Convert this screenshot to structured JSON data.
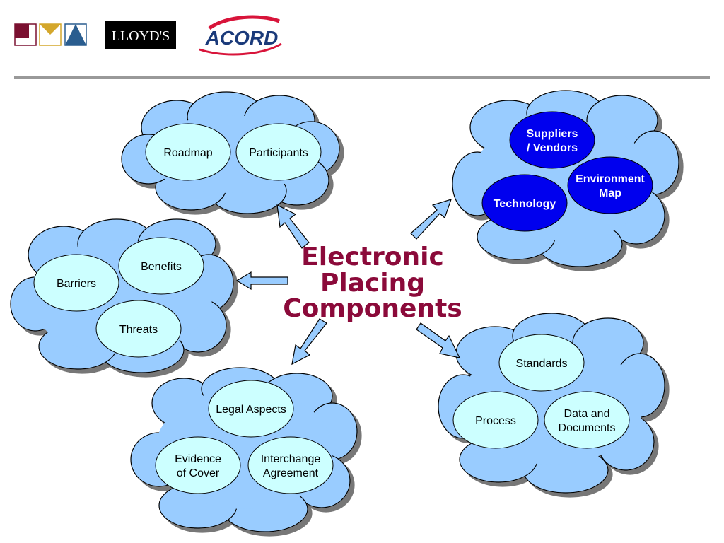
{
  "header": {
    "lloyds_logo_text": "LLOYD'S",
    "acord_logo_text": "ACORD"
  },
  "center_title": {
    "line1": "Electronic",
    "line2": "Placing",
    "line3": "Components"
  },
  "clouds": {
    "top": {
      "items": [
        "Roadmap",
        "Participants"
      ]
    },
    "left": {
      "items": [
        "Benefits",
        "Barriers",
        "Threats"
      ]
    },
    "bottom": {
      "items": [
        "Legal Aspects",
        "Evidence of Cover",
        "Interchange Agreement"
      ]
    },
    "top_right": {
      "items": [
        "Suppliers / Vendors",
        "Environment Map",
        "Technology"
      ]
    },
    "bottom_right": {
      "items": [
        "Standards",
        "Process",
        "Data and Documents"
      ]
    }
  },
  "colors": {
    "cloud_fill": "#99ccff",
    "cloud_stroke": "#000000",
    "oval_light_fill": "#ccffff",
    "oval_dark_fill": "#0000ee",
    "title_color": "#8b0a3a",
    "rule_color": "#999999",
    "arrow_fill": "#99ccff",
    "logo_maroon": "#7a1030",
    "logo_gold": "#d4a72c",
    "logo_blue": "#2a5d8f"
  }
}
